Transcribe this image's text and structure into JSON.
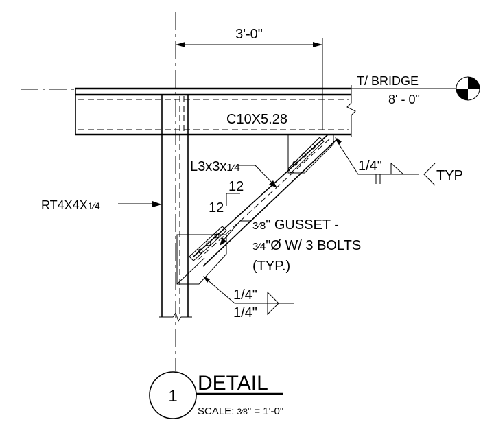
{
  "dimension": {
    "value": "3'-0\""
  },
  "elevation": {
    "label": "T/ BRIDGE",
    "value": "8' - 0\""
  },
  "members": {
    "channel": "C10X5.28",
    "angle": "L3x3x",
    "angle_frac": "1⁄4",
    "tube": "RT4X4X",
    "tube_frac": "1⁄4"
  },
  "slope": {
    "rise": "12",
    "run": "12"
  },
  "gusset": {
    "line1_frac": "3⁄8",
    "line1": "\" GUSSET -",
    "line2_frac": "3⁄4",
    "line2": "\"Ø W/ 3 BOLTS",
    "line3": "(TYP.)"
  },
  "welds": {
    "top_size": "1/4\"",
    "top_note": "TYP",
    "bottom_size_top": "1/4\"",
    "bottom_size_bottom": "1/4\""
  },
  "title": {
    "number": "1",
    "name": "DETAIL",
    "scale_label": "SCALE: ",
    "scale_frac": "3⁄8",
    "scale_value": "\" = 1'-0\""
  },
  "colors": {
    "ink": "#000000",
    "background": "#ffffff"
  }
}
